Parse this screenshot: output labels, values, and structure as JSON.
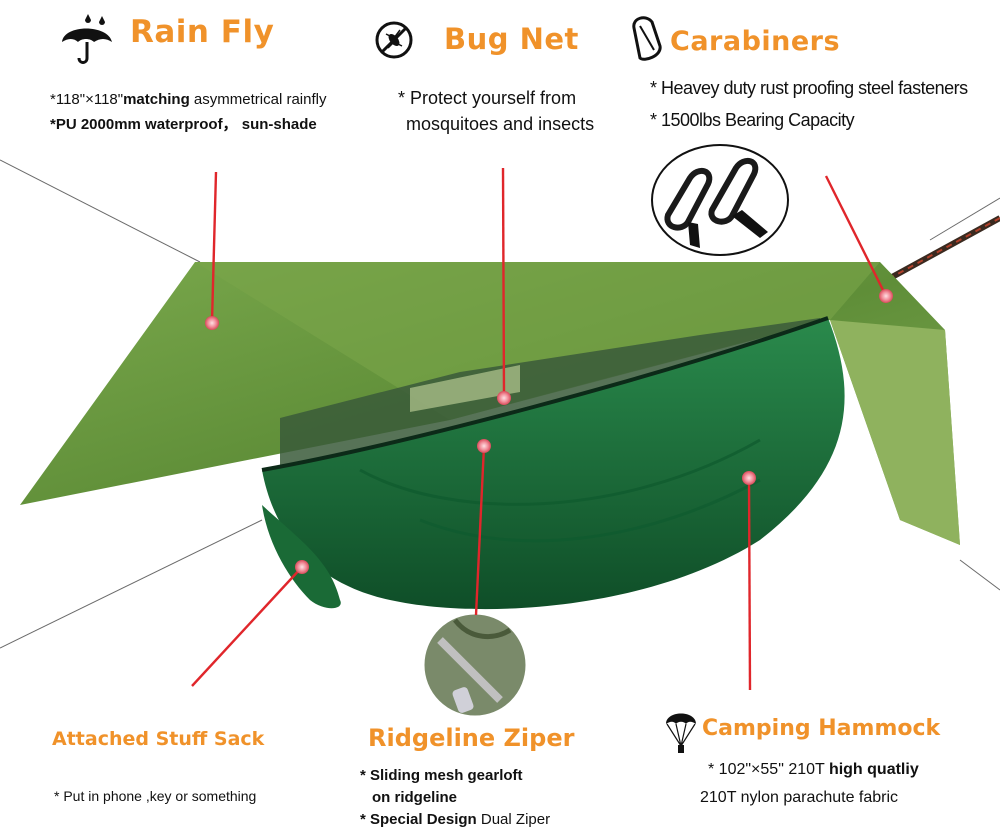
{
  "rain_fly": {
    "title": "Rain Fly",
    "line1_prefix": "*118\"×118\"",
    "line1_bold": "matching",
    "line1_suffix": " asymmetrical rainfly",
    "line2": "*PU 2000mm waterproof， sun-shade"
  },
  "bug_net": {
    "title": "Bug Net",
    "line1": "* Protect yourself from",
    "line2": "mosquitoes and insects"
  },
  "carabiners": {
    "title": "Carabiners",
    "line1": "* Heavey duty rust proofing steel fasteners",
    "line2": "* 1500lbs Bearing Capacity"
  },
  "stuff_sack": {
    "title": "Attached Stuff Sack",
    "line1": "* Put in phone ,key or something"
  },
  "ridgeline_zipper": {
    "title": "Ridgeline Ziper",
    "line1": "* Sliding mesh gearloft",
    "line2": "on ridgeline",
    "line3_bold": "* Special Design",
    "line3_normal": " Dual Ziper"
  },
  "camping_hammock": {
    "title": "Camping Hammock",
    "line1_prefix": "* 102\"×55\" 210T ",
    "line1_bold": "high quatliy",
    "line2": "210T nylon parachute fabric"
  },
  "colors": {
    "accent_orange": "#f0922a",
    "pointer_red": "#e0262b",
    "tarp_green": "#6e9c42",
    "hammock_green": "#1d6e3a"
  },
  "icons": [
    "umbrella-rain-icon",
    "no-mosquito-icon",
    "carabiner-icon",
    "parachute-icon"
  ]
}
